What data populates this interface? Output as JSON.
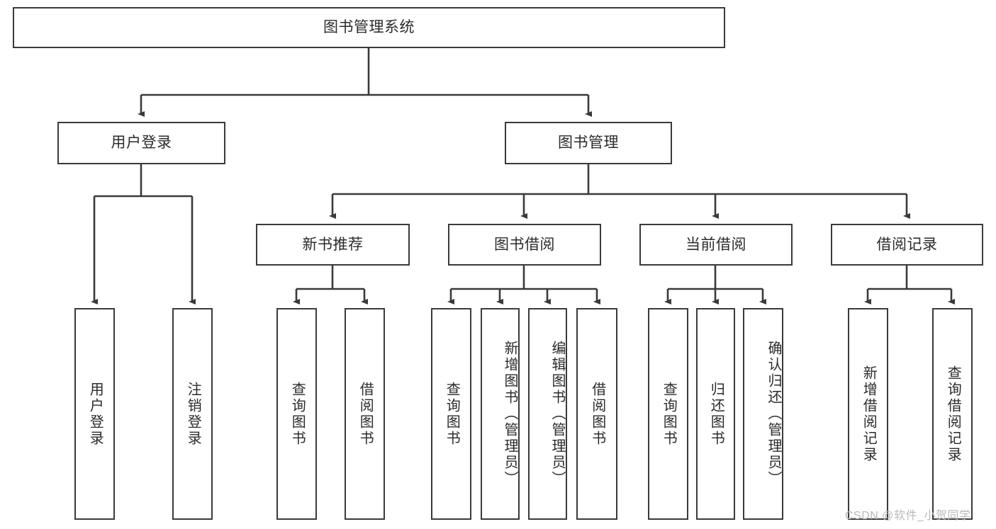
{
  "diagram": {
    "title_text": "图书管理系统",
    "type": "tree-hierarchy-chart",
    "root": {
      "label": "图书管理系统"
    },
    "level1": [
      {
        "label": "用户登录"
      },
      {
        "label": "图书管理"
      }
    ],
    "level2": [
      {
        "label": "新书推荐"
      },
      {
        "label": "图书借阅"
      },
      {
        "label": "当前借阅"
      },
      {
        "label": "借阅记录"
      }
    ],
    "leaves": {
      "user_login": [
        {
          "label": "用户登录"
        },
        {
          "label": "注销登录"
        }
      ],
      "new_book_recommend": [
        {
          "label": "查询图书"
        },
        {
          "label": "借阅图书"
        }
      ],
      "book_borrow": [
        {
          "label": "查询图书"
        },
        {
          "label": "新增图书（管理员）"
        },
        {
          "label": "编辑图书（管理员）"
        },
        {
          "label": "借阅图书"
        }
      ],
      "current_borrow": [
        {
          "label": "查询图书"
        },
        {
          "label": "归还图书"
        },
        {
          "label": "确认归还（管理员）"
        }
      ],
      "borrow_record": [
        {
          "label": "新增借阅记录"
        },
        {
          "label": "查询借阅记录"
        }
      ]
    }
  },
  "watermark": {
    "text": "CSDN @软件_小贺同学"
  },
  "colors": {
    "border": "#3a3a3a",
    "text": "#2b2b2b",
    "background": "#ffffff",
    "watermark": "#b9b9b9"
  }
}
